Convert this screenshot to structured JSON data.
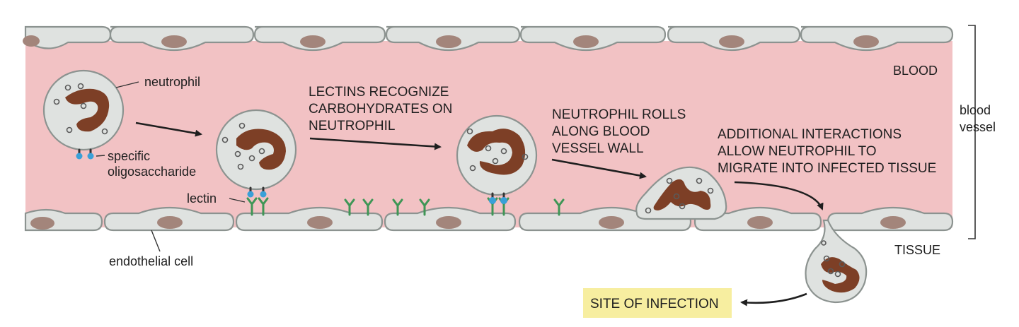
{
  "labels": {
    "blood": "BLOOD",
    "blood_vessel_line1": "blood",
    "blood_vessel_line2": "vessel",
    "tissue": "TISSUE",
    "neutrophil": "neutrophil",
    "specific": "specific",
    "oligosaccharide": "oligosaccharide",
    "lectin": "lectin",
    "endothelial_cell": "endothelial cell",
    "site_of_infection": "SITE OF INFECTION"
  },
  "steps": [
    {
      "lines": [
        "LECTINS RECOGNIZE",
        "CARBOHYDRATES ON",
        "NEUTROPHIL"
      ]
    },
    {
      "lines": [
        "NEUTROPHIL ROLLS",
        "ALONG BLOOD",
        "VESSEL WALL"
      ]
    },
    {
      "lines": [
        "ADDITIONAL INTERACTIONS",
        "ALLOW NEUTROPHIL TO",
        "MIGRATE INTO INFECTED TISSUE"
      ]
    }
  ],
  "colors": {
    "blood": "#f2c2c4",
    "endothelium": "#dfe2e0",
    "nucleus": "#7d3f26",
    "lectin": "#3f9656",
    "oligosaccharide": "#3aa0d8",
    "site_highlight": "#f7eea0"
  }
}
